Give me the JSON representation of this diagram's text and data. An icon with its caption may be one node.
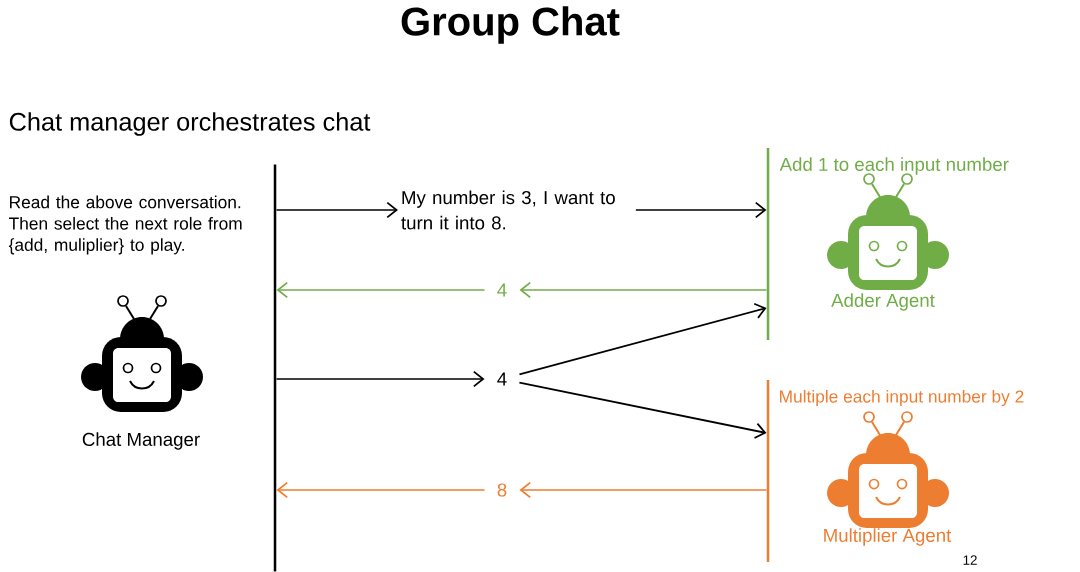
{
  "diagram": {
    "title": "Group Chat",
    "nodes": [
      {
        "text": [],
        "shape": "bar"
      },
      {
        "text": [
          "My number is 3, I want to turn it into 8."
        ]
      },
      {
        "text": [],
        "shape": "bar",
        "beside": [
          "Add 1 to each input number"
        ]
      },
      {
        "text": [
          "4"
        ]
      },
      {
        "text": [
          "4"
        ]
      },
      {
        "text": [],
        "shape": "bar",
        "beside": [
          "Multiple each input number by 2"
        ]
      },
      {
        "text": [
          "8"
        ]
      }
    ],
    "edges": [
      {
        "from": 0,
        "to": 1,
        "arrow": "to"
      },
      {
        "from": 1,
        "to": 2,
        "arrow": "to"
      },
      {
        "from": 2,
        "to": 3,
        "arrow": "to",
        "color": "#70ad47"
      },
      {
        "from": 3,
        "to": 0,
        "arrow": "to",
        "color": "#70ad47"
      },
      {
        "from": 0,
        "to": 4,
        "arrow": "to"
      },
      {
        "from": 4,
        "to": 2,
        "arrow": "to"
      },
      {
        "from": 4,
        "to": 5,
        "arrow": "to"
      },
      {
        "from": 5,
        "to": 6,
        "arrow": "to",
        "color": "#ed7d31"
      },
      {
        "from": 6,
        "to": 0,
        "arrow": "to",
        "color": "#ed7d31"
      }
    ],
    "labels": [
      "Chat manager orchestrates chat",
      "Read the above conversation. Then select the next role from {add, muliplier} to play.",
      "Chat Manager",
      "Adder Agent",
      "Multiplier Agent",
      "12"
    ]
  }
}
